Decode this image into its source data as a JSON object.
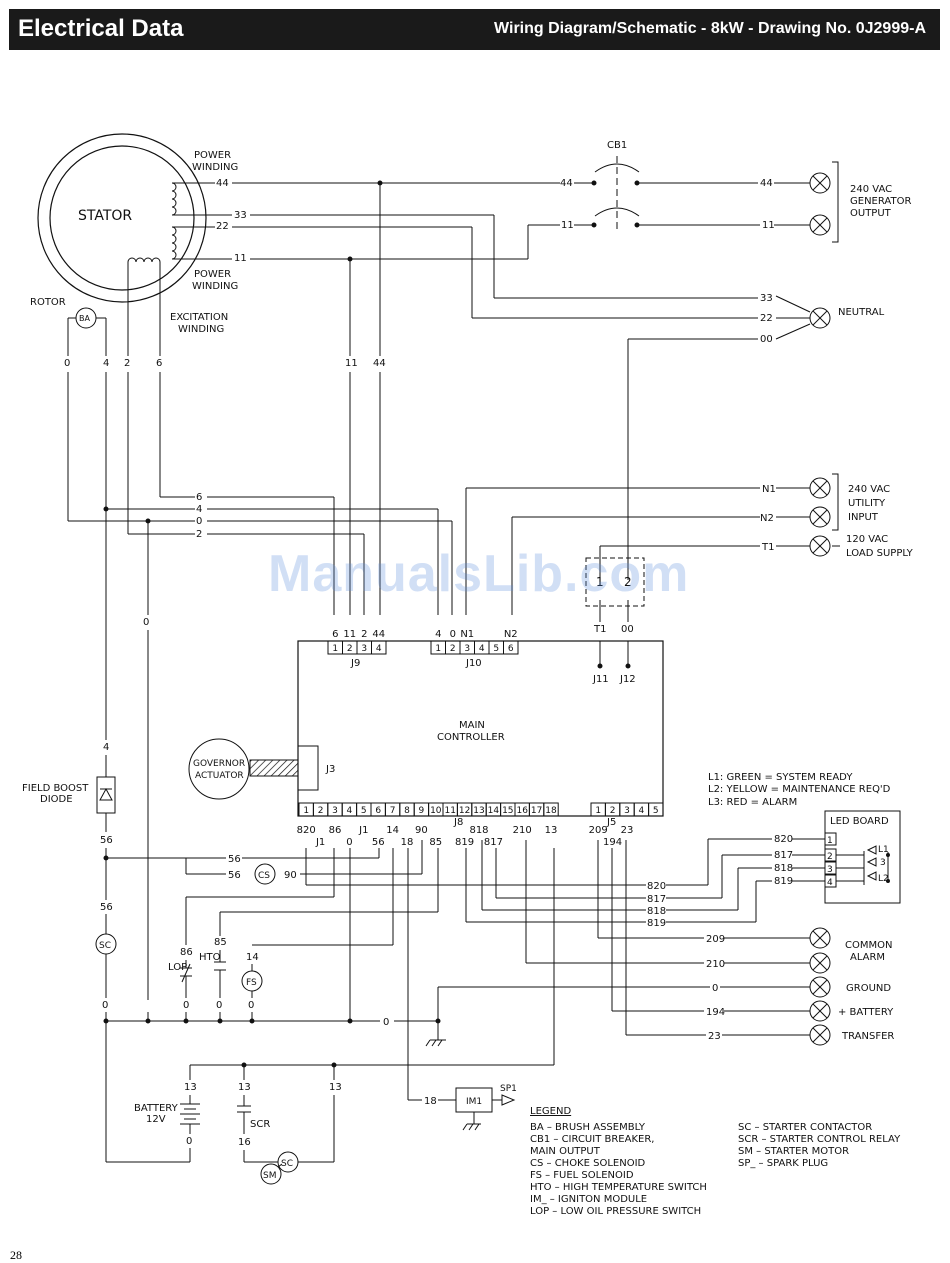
{
  "header": {
    "section_title": "Electrical Data",
    "drawing_title": "Wiring Diagram/Schematic - 8kW - Drawing No. 0J2999-A"
  },
  "watermark": "ManualsLib.com",
  "page_number": "28",
  "stator": {
    "label": "STATOR",
    "power_winding_label_1": [
      "POWER",
      "WINDING"
    ],
    "power_winding_label_2": [
      "POWER",
      "WINDING"
    ],
    "excitation_winding_label": [
      "EXCITATION",
      "WINDING"
    ],
    "rotor_label": "ROTOR",
    "ba_label": "BA"
  },
  "wires": {
    "w44": "44",
    "w33": "33",
    "w22": "22",
    "w11": "11",
    "w00": "00",
    "w0": "0",
    "w2": "2",
    "w4": "4",
    "w6": "6",
    "w56": "56",
    "w90": "90",
    "w86": "86",
    "w85": "85",
    "w14": "14",
    "w13": "13",
    "w16": "16",
    "w18": "18",
    "w820": "820",
    "w817": "817",
    "w818": "818",
    "w819": "819",
    "w209": "209",
    "w210": "210",
    "w194": "194",
    "w23": "23",
    "n1": "N1",
    "n2": "N2",
    "t1": "T1"
  },
  "cb1": "CB1",
  "outputs": {
    "generator_output": [
      "240 VAC",
      "GENERATOR",
      "OUTPUT"
    ],
    "neutral": "NEUTRAL",
    "utility_input": [
      "240 VAC",
      "UTILITY",
      "INPUT"
    ],
    "load_supply": [
      "120 VAC",
      "LOAD SUPPLY"
    ],
    "common_alarm": [
      "COMMON",
      "ALARM"
    ],
    "ground": "GROUND",
    "battery_plus": "+ BATTERY",
    "transfer": "TRANSFER"
  },
  "controller": {
    "title": [
      "MAIN",
      "CONTROLLER"
    ],
    "j9": "J9",
    "j10": "J10",
    "j11": "J11",
    "j12": "J12",
    "j3": "J3",
    "j8": "J8",
    "j5": "J5",
    "j9_pins": [
      "1",
      "2",
      "3",
      "4"
    ],
    "j10_pins": [
      "1",
      "2",
      "3",
      "4",
      "5",
      "6"
    ],
    "j8_pins": [
      "1",
      "2",
      "3",
      "4",
      "5",
      "6",
      "7",
      "8",
      "9",
      "10",
      "11",
      "12",
      "13",
      "14",
      "15",
      "16",
      "17",
      "18"
    ],
    "j5_pins": [
      "1",
      "2",
      "3",
      "4",
      "5"
    ],
    "j9_wires": [
      "6",
      "11",
      "2",
      "44"
    ],
    "j10_wires": [
      "4",
      "0",
      "N1",
      "",
      "",
      "N2"
    ],
    "j8_wires_top": [
      "820",
      "",
      "86",
      "",
      "J1",
      "",
      "14",
      "",
      "90",
      "",
      "",
      "",
      "818",
      "",
      "",
      "210",
      "",
      "13"
    ],
    "j8_wires_bottom": [
      "",
      "J1",
      "",
      "0",
      "",
      "56",
      "",
      "18",
      "",
      "85",
      "",
      "819",
      "",
      "817",
      "",
      "",
      "",
      ""
    ],
    "j5_wires_top": [
      "209",
      "",
      "23",
      "",
      ""
    ],
    "j5_wires_bottom": [
      "",
      "194",
      "",
      "",
      ""
    ],
    "t1_label": "T1",
    "o0_label": "00",
    "relay_1": "1",
    "relay_2": "2"
  },
  "governor": [
    "GOVERNOR",
    "ACTUATOR"
  ],
  "field_boost": [
    "FIELD BOOST",
    "DIODE"
  ],
  "components": {
    "cs": "CS",
    "fs": "FS",
    "sc": "SC",
    "sm": "SM",
    "im1": "IM1",
    "sp1": "SP1",
    "lop": "LOP",
    "hto": "HTO",
    "scr": "SCR",
    "battery": [
      "BATTERY",
      "12V"
    ]
  },
  "led_notes": [
    "L1:  GREEN  =  SYSTEM READY",
    "L2:  YELLOW  =  MAINTENANCE REQ'D",
    "L3:  RED  =  ALARM"
  ],
  "led_board": {
    "title": "LED BOARD",
    "pins": [
      "1",
      "2",
      "3",
      "4"
    ],
    "leds": [
      "L1",
      "3",
      "L2"
    ]
  },
  "legend": {
    "title": "LEGEND",
    "left": [
      "BA   –   BRUSH ASSEMBLY",
      "CB1  –  CIRCUIT BREAKER,",
      "                 MAIN OUTPUT",
      "CS   –   CHOKE SOLENOID",
      "FS   –   FUEL SOLENOID",
      "HTO  –  HIGH TEMPERATURE SWITCH",
      "IM_  –  IGNITON MODULE",
      "LOP  –  LOW OIL PRESSURE SWITCH"
    ],
    "right": [
      "SC   –  STARTER CONTACTOR",
      "SCR  –  STARTER CONTROL RELAY",
      "SM   –  STARTER MOTOR",
      "SP_  –  SPARK PLUG"
    ]
  }
}
